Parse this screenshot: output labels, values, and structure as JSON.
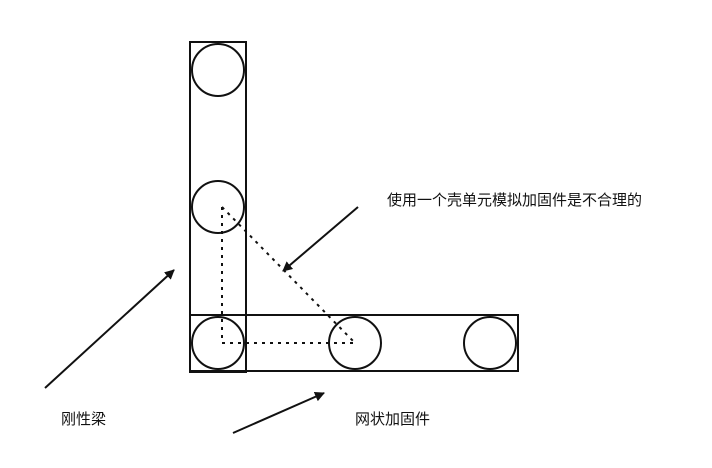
{
  "labels": {
    "shell_element_note": "使用一个壳单元模拟加固件是不合理的",
    "rigid_beam": "刚性梁",
    "mesh_stiffener": "网状加固件"
  }
}
